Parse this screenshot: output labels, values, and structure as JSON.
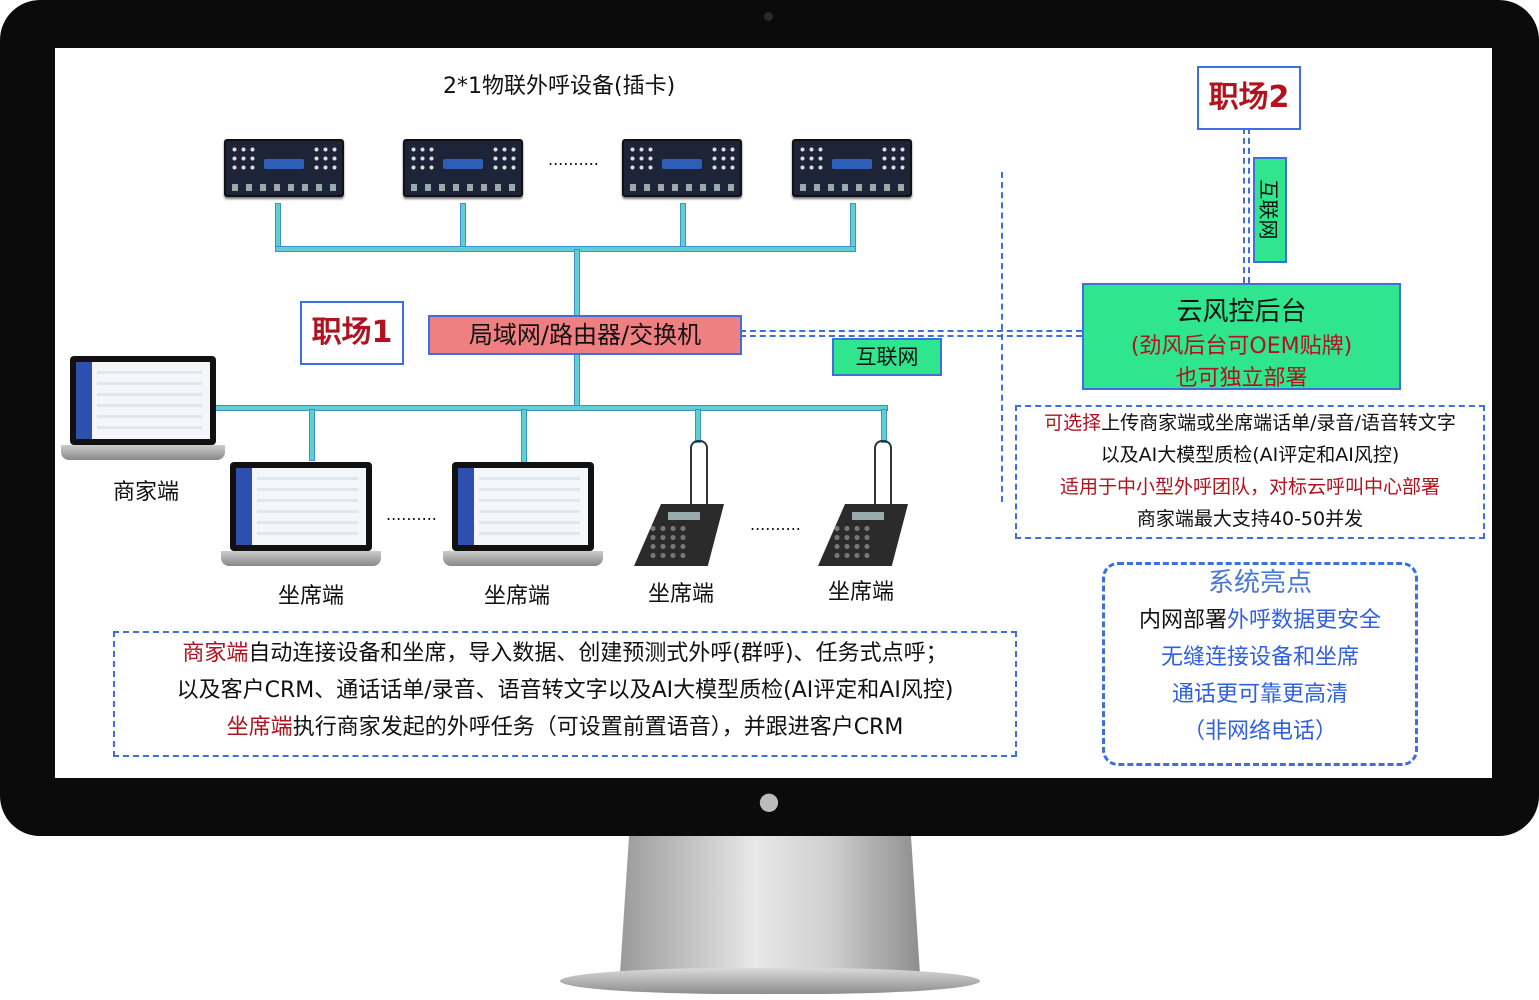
{
  "title_devices": "2*1物联外呼设备(插卡)",
  "device_ellipsis": "..........",
  "workplace1": "职场1",
  "workplace2": "职场2",
  "router": "局域网/路由器/交换机",
  "internet_h": "互联网",
  "internet_v": "互联网",
  "cloud": {
    "line1": "云风控后台",
    "line2": "(劲风后台可OEM贴牌)",
    "line3": "也可独立部署"
  },
  "merchant_label": "商家端",
  "seat_labels": [
    "坐席端",
    "坐席端",
    "坐席端",
    "坐席端"
  ],
  "seat_ellipsis": "..........",
  "phone_ellipsis": "..........",
  "upload_box": {
    "l1_red": "可选择",
    "l1": "上传商家端或坐席端话单/录音/语音转文字",
    "l2": "以及AI大模型质检(AI评定和AI风控)",
    "l3": "适用于中小型外呼团队，对标云呼叫中心部署",
    "l4": "商家端最大支持40-50并发"
  },
  "highlights": {
    "title": "系统亮点",
    "l1_black": "内网部署",
    "l1_blue": "外呼数据更安全",
    "l2": "无缝连接设备和坐席",
    "l3": "通话更可靠更高清",
    "l4": "（非网络电话）"
  },
  "desc_box": {
    "l1_red": "商家端",
    "l1": "自动连接设备和坐席，导入数据、创建预测式外呼(群呼)、任务式点呼；",
    "l2": "以及客户CRM、通话话单/录音、语音转文字以及AI大模型质检(AI评定和AI风控)",
    "l3_red": "坐席端",
    "l3": "执行商家发起的外呼任务（可设置前置语音），并跟进客户CRM"
  },
  "colors": {
    "accent_green": "#2fe58e",
    "router_red": "#f07f82",
    "line_teal": "#5ed1cf",
    "dash_blue": "#3d6fe0"
  }
}
